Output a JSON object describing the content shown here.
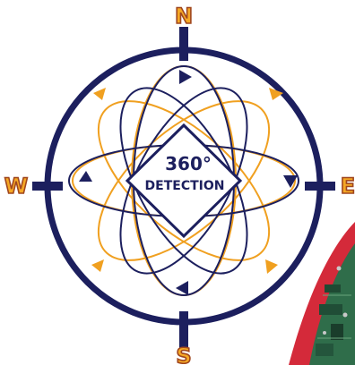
{
  "compass": {
    "north": "N",
    "south": "S",
    "east": "E",
    "west": "W"
  },
  "badge": {
    "line1": "360°",
    "line2": "DETECTION"
  },
  "colors": {
    "navy": "#1c1f5e",
    "orange": "#f0a020",
    "letter_fill": "#f5a825",
    "letter_stroke": "#a0461e",
    "device_red": "#d42a3a",
    "board_green": "#2f6d4a"
  },
  "icons": {
    "north_marker": "compass-north-letter",
    "south_marker": "compass-south-letter",
    "east_marker": "compass-east-letter",
    "west_marker": "compass-west-letter",
    "orbit_arrows": "orbit-direction-arrow"
  }
}
